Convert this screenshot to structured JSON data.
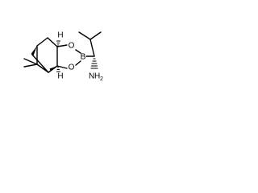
{
  "atoms": {
    "o_top": "O",
    "o_bottom": "O",
    "boron": "B",
    "h_top": "H",
    "h_bottom": "H",
    "amine_n": "N",
    "amine_h": "H",
    "amine_sub": "2"
  }
}
